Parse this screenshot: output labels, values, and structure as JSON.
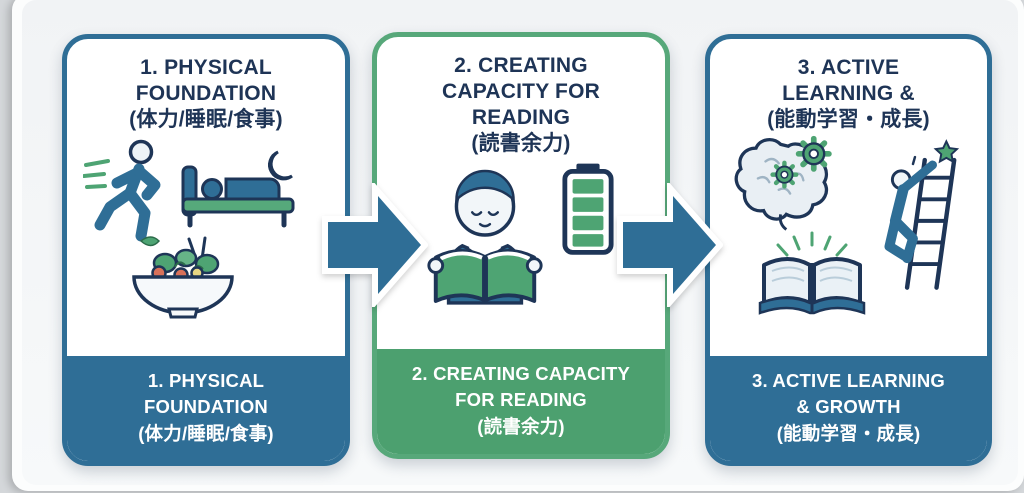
{
  "colors": {
    "blue": "#2f6e96",
    "green": "#4ca06f",
    "green_border": "#57a87a",
    "navy_text": "#1e3456",
    "panel_background": "#f4f6f8",
    "white": "#ffffff"
  },
  "steps": [
    {
      "name": "physical-foundation",
      "accent": "blue",
      "title_lines": [
        "1. PHYSICAL",
        "FOUNDATION",
        "(体力/睡眠/食事)"
      ],
      "footer_lines": [
        "1. PHYSICAL",
        "FOUNDATION",
        "(体力/睡眠/食事)"
      ],
      "icons": [
        "runner-icon",
        "sleeping-bed-moon-icon",
        "salad-bowl-icon"
      ]
    },
    {
      "name": "creating-capacity-for-reading",
      "accent": "green",
      "title_lines": [
        "2. CREATING",
        "CAPACITY FOR",
        "READING",
        "(読書余力)"
      ],
      "footer_lines": [
        "2. CREATING CAPACITY",
        "FOR READING",
        "(読書余力)"
      ],
      "icons": [
        "reading-person-icon",
        "battery-icon"
      ]
    },
    {
      "name": "active-learning-growth",
      "accent": "blue",
      "title_lines": [
        "3. ACTIVE",
        "LEARNING &",
        "(能動学習・成長)"
      ],
      "footer_lines": [
        "3. ACTIVE LEARNING",
        "& GROWTH",
        "(能動学習・成長)"
      ],
      "icons": [
        "brain-gears-icon",
        "ladder-star-icon",
        "open-book-rays-icon"
      ]
    }
  ],
  "arrows": [
    {
      "name": "flow-arrow-1",
      "direction": "right"
    },
    {
      "name": "flow-arrow-2",
      "direction": "right"
    }
  ]
}
